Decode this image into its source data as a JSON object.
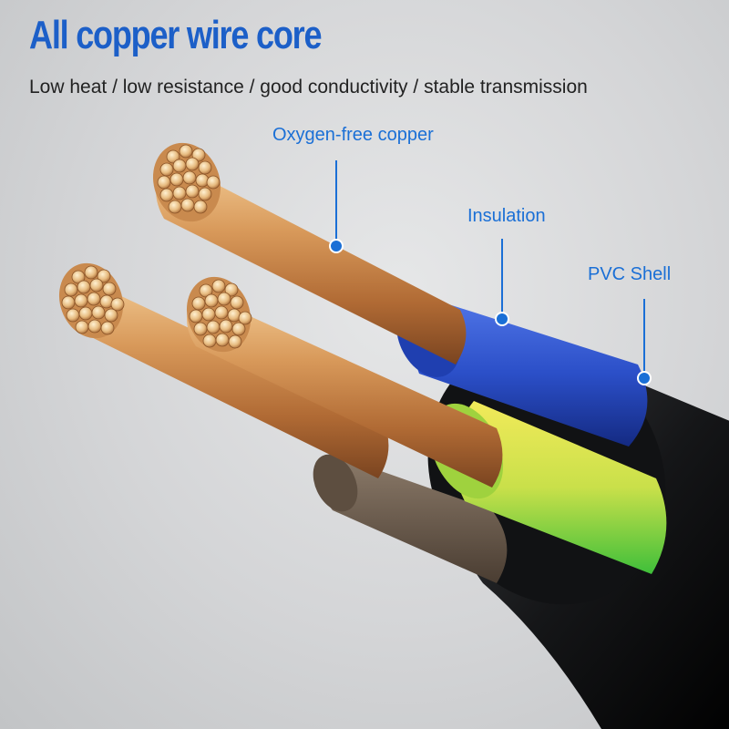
{
  "header": {
    "title": "All copper wire core",
    "subtitle": "Low heat / low resistance / good conductivity / stable transmission"
  },
  "callouts": {
    "conductor": "Oxygen-free copper",
    "insulation": "Insulation",
    "shell": "PVC  Shell"
  },
  "colors": {
    "accent": "#1a6fd6",
    "title": "#1c5fc8",
    "copper": "#c98a4e",
    "insulation_blue": "#2b4fc8",
    "insulation_yellow_green": "#a6d43a",
    "insulation_brown": "#6b5a4b",
    "shell": "#1c1d1f"
  }
}
